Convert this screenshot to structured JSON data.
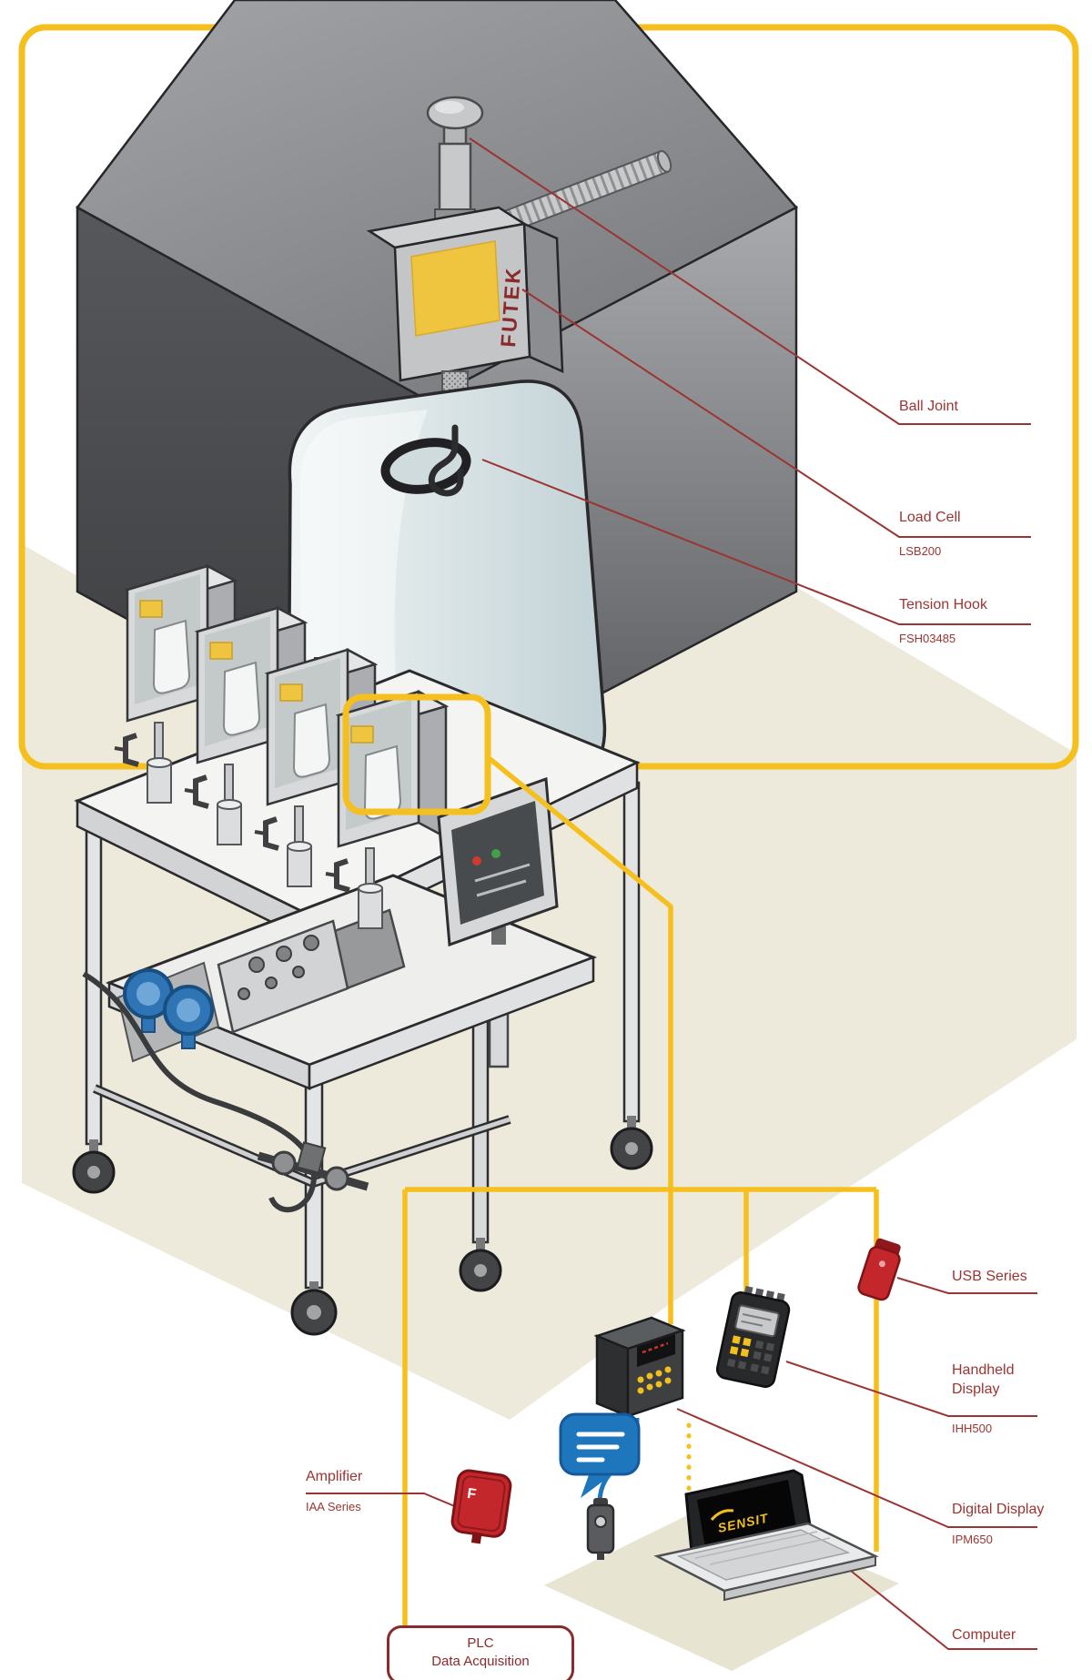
{
  "colors": {
    "accent_yellow": "#F5C01D",
    "label_red": "#9B3432",
    "outline_red": "#8A2A2B",
    "device_red": "#C3272B",
    "blue": "#1E76BD",
    "floor_beige": "#EDEADB"
  },
  "callouts": {
    "ball_joint": {
      "label": "Ball Joint"
    },
    "load_cell": {
      "label": "Load Cell",
      "model": "LSB200"
    },
    "tension_hook": {
      "label": "Tension Hook",
      "model": "FSH03485"
    },
    "usb": {
      "label": "USB Series"
    },
    "handheld": {
      "label": "Handheld Display",
      "model": "IHH500"
    },
    "digital_display": {
      "label": "Digital Display",
      "model": "IPM650"
    },
    "computer": {
      "label": "Computer"
    },
    "amplifier": {
      "label": "Amplifier",
      "model": "IAA Series"
    },
    "plc": {
      "line1": "PLC",
      "line2": "Data Acquisition"
    }
  },
  "branding": {
    "futek_logo": "FUTEK",
    "sensit_logo": "SENSIT",
    "futek_initial": "F"
  }
}
